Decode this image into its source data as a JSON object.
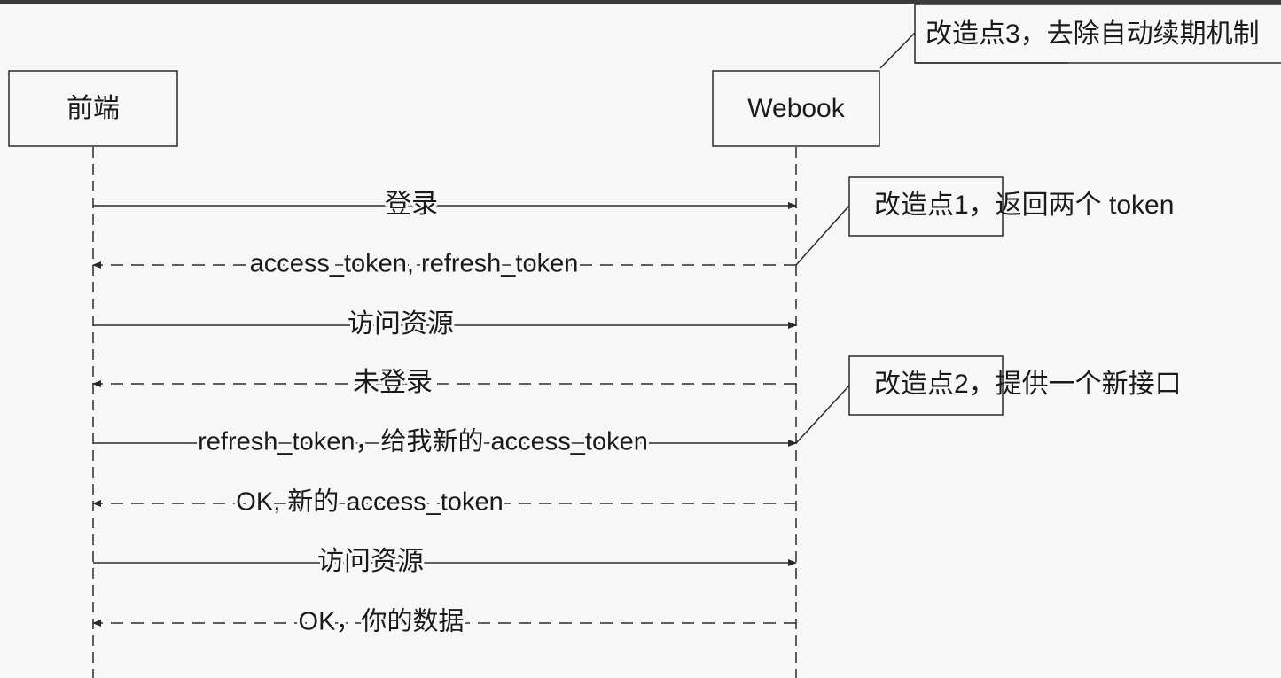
{
  "participants": {
    "frontend": "前端",
    "server": "Webook"
  },
  "messages": [
    {
      "label": "登录",
      "direction": "request",
      "style": "solid"
    },
    {
      "label": "access_token, refresh_token",
      "direction": "response",
      "style": "dashed"
    },
    {
      "label": "访问资源",
      "direction": "request",
      "style": "solid"
    },
    {
      "label": "未登录",
      "direction": "response",
      "style": "dashed"
    },
    {
      "label": "refresh_token，给我新的 access_token",
      "direction": "request",
      "style": "solid"
    },
    {
      "label": "OK, 新的 access_token",
      "direction": "response",
      "style": "dashed"
    },
    {
      "label": "访问资源",
      "direction": "request",
      "style": "solid"
    },
    {
      "label": "OK，你的数据",
      "direction": "response",
      "style": "dashed"
    }
  ],
  "notes": {
    "note3": "改造点3，去除自动续期机制",
    "note1": "改造点1，返回两个 token",
    "note2": "改造点2，提供一个新接口"
  },
  "colors": {
    "line": "#2a2a2a",
    "box_fill": "#f8f8f8",
    "background": "#f8f8f8"
  }
}
